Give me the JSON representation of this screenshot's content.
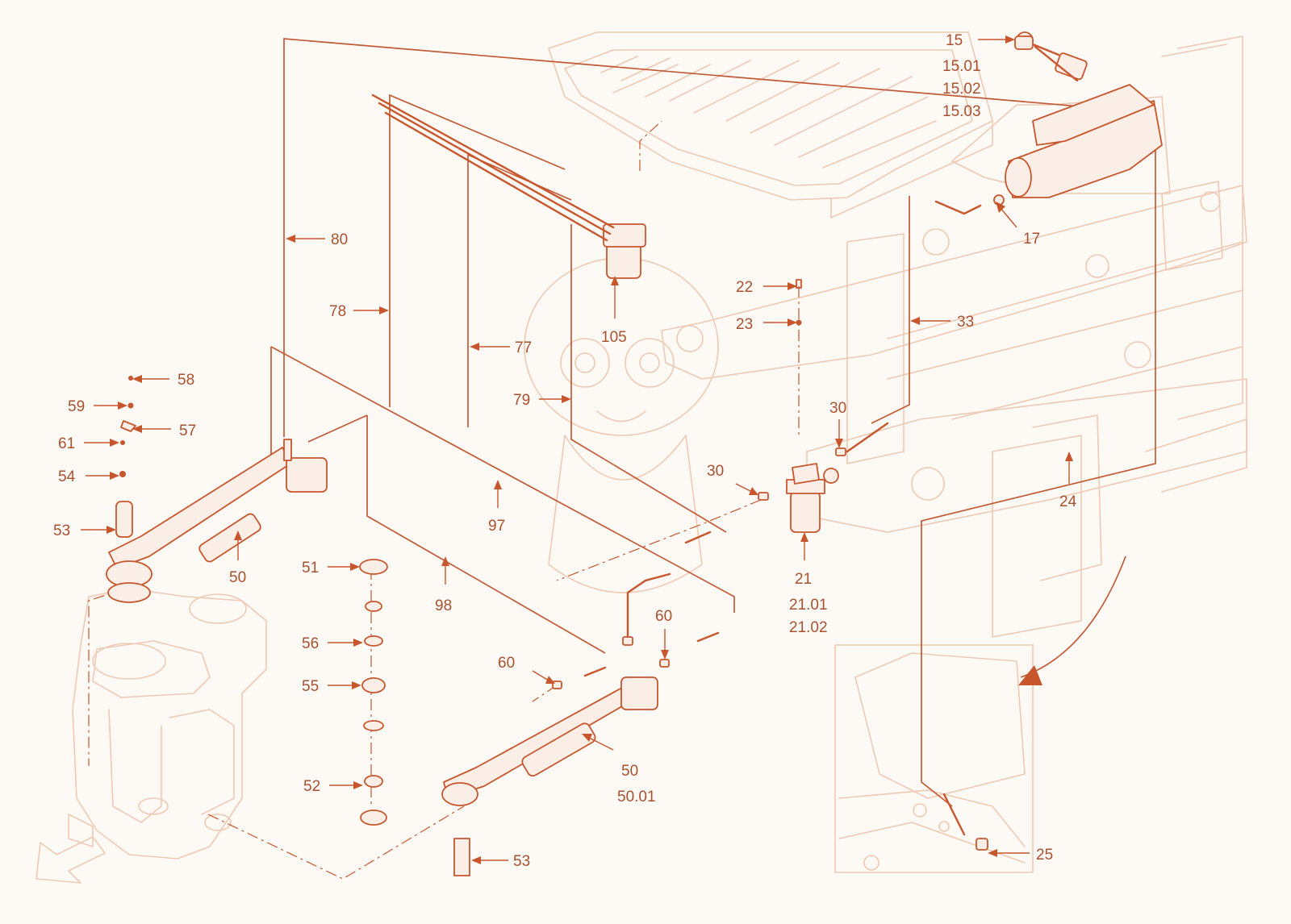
{
  "diagram": {
    "colors": {
      "accent": "#c8562c",
      "ghost": "#efc9b3",
      "label": "#a9512f",
      "background": "#fdfaf6"
    },
    "callouts": [
      {
        "id": "15",
        "text": "15"
      },
      {
        "id": "15.01",
        "text": "15.01"
      },
      {
        "id": "15.02",
        "text": "15.02"
      },
      {
        "id": "15.03",
        "text": "15.03"
      },
      {
        "id": "17",
        "text": "17"
      },
      {
        "id": "80",
        "text": "80"
      },
      {
        "id": "78",
        "text": "78"
      },
      {
        "id": "77",
        "text": "77"
      },
      {
        "id": "79",
        "text": "79"
      },
      {
        "id": "105",
        "text": "105"
      },
      {
        "id": "22",
        "text": "22"
      },
      {
        "id": "23",
        "text": "23"
      },
      {
        "id": "33",
        "text": "33"
      },
      {
        "id": "58",
        "text": "58"
      },
      {
        "id": "59",
        "text": "59"
      },
      {
        "id": "57",
        "text": "57"
      },
      {
        "id": "61",
        "text": "61"
      },
      {
        "id": "54",
        "text": "54"
      },
      {
        "id": "53a",
        "text": "53"
      },
      {
        "id": "50a",
        "text": "50"
      },
      {
        "id": "97",
        "text": "97"
      },
      {
        "id": "98",
        "text": "98"
      },
      {
        "id": "51",
        "text": "51"
      },
      {
        "id": "56",
        "text": "56"
      },
      {
        "id": "55",
        "text": "55"
      },
      {
        "id": "52",
        "text": "52"
      },
      {
        "id": "30a",
        "text": "30"
      },
      {
        "id": "30b",
        "text": "30"
      },
      {
        "id": "21",
        "text": "21"
      },
      {
        "id": "21.01",
        "text": "21.01"
      },
      {
        "id": "21.02",
        "text": "21.02"
      },
      {
        "id": "24",
        "text": "24"
      },
      {
        "id": "60a",
        "text": "60"
      },
      {
        "id": "60b",
        "text": "60"
      },
      {
        "id": "50b",
        "text": "50"
      },
      {
        "id": "50.01",
        "text": "50.01"
      },
      {
        "id": "53b",
        "text": "53"
      },
      {
        "id": "25",
        "text": "25"
      }
    ]
  }
}
